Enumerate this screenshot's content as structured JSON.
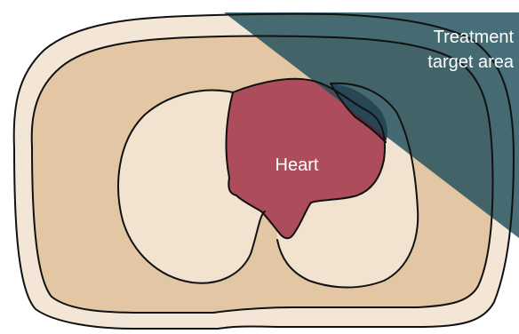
{
  "labels": {
    "heart": "Heart",
    "target_line1": "Treatment",
    "target_line2": "target area"
  },
  "colors": {
    "outer_skin": "#f3e6d6",
    "body_tissue": "#e3c6a3",
    "lung": "#f2e2d0",
    "heart": "#ad4d5b",
    "overlap": "#4f2b3f",
    "beam": "#1f4e5b",
    "beam_opacity": 0.82,
    "outline": "#111111",
    "label": "#ffffff"
  }
}
